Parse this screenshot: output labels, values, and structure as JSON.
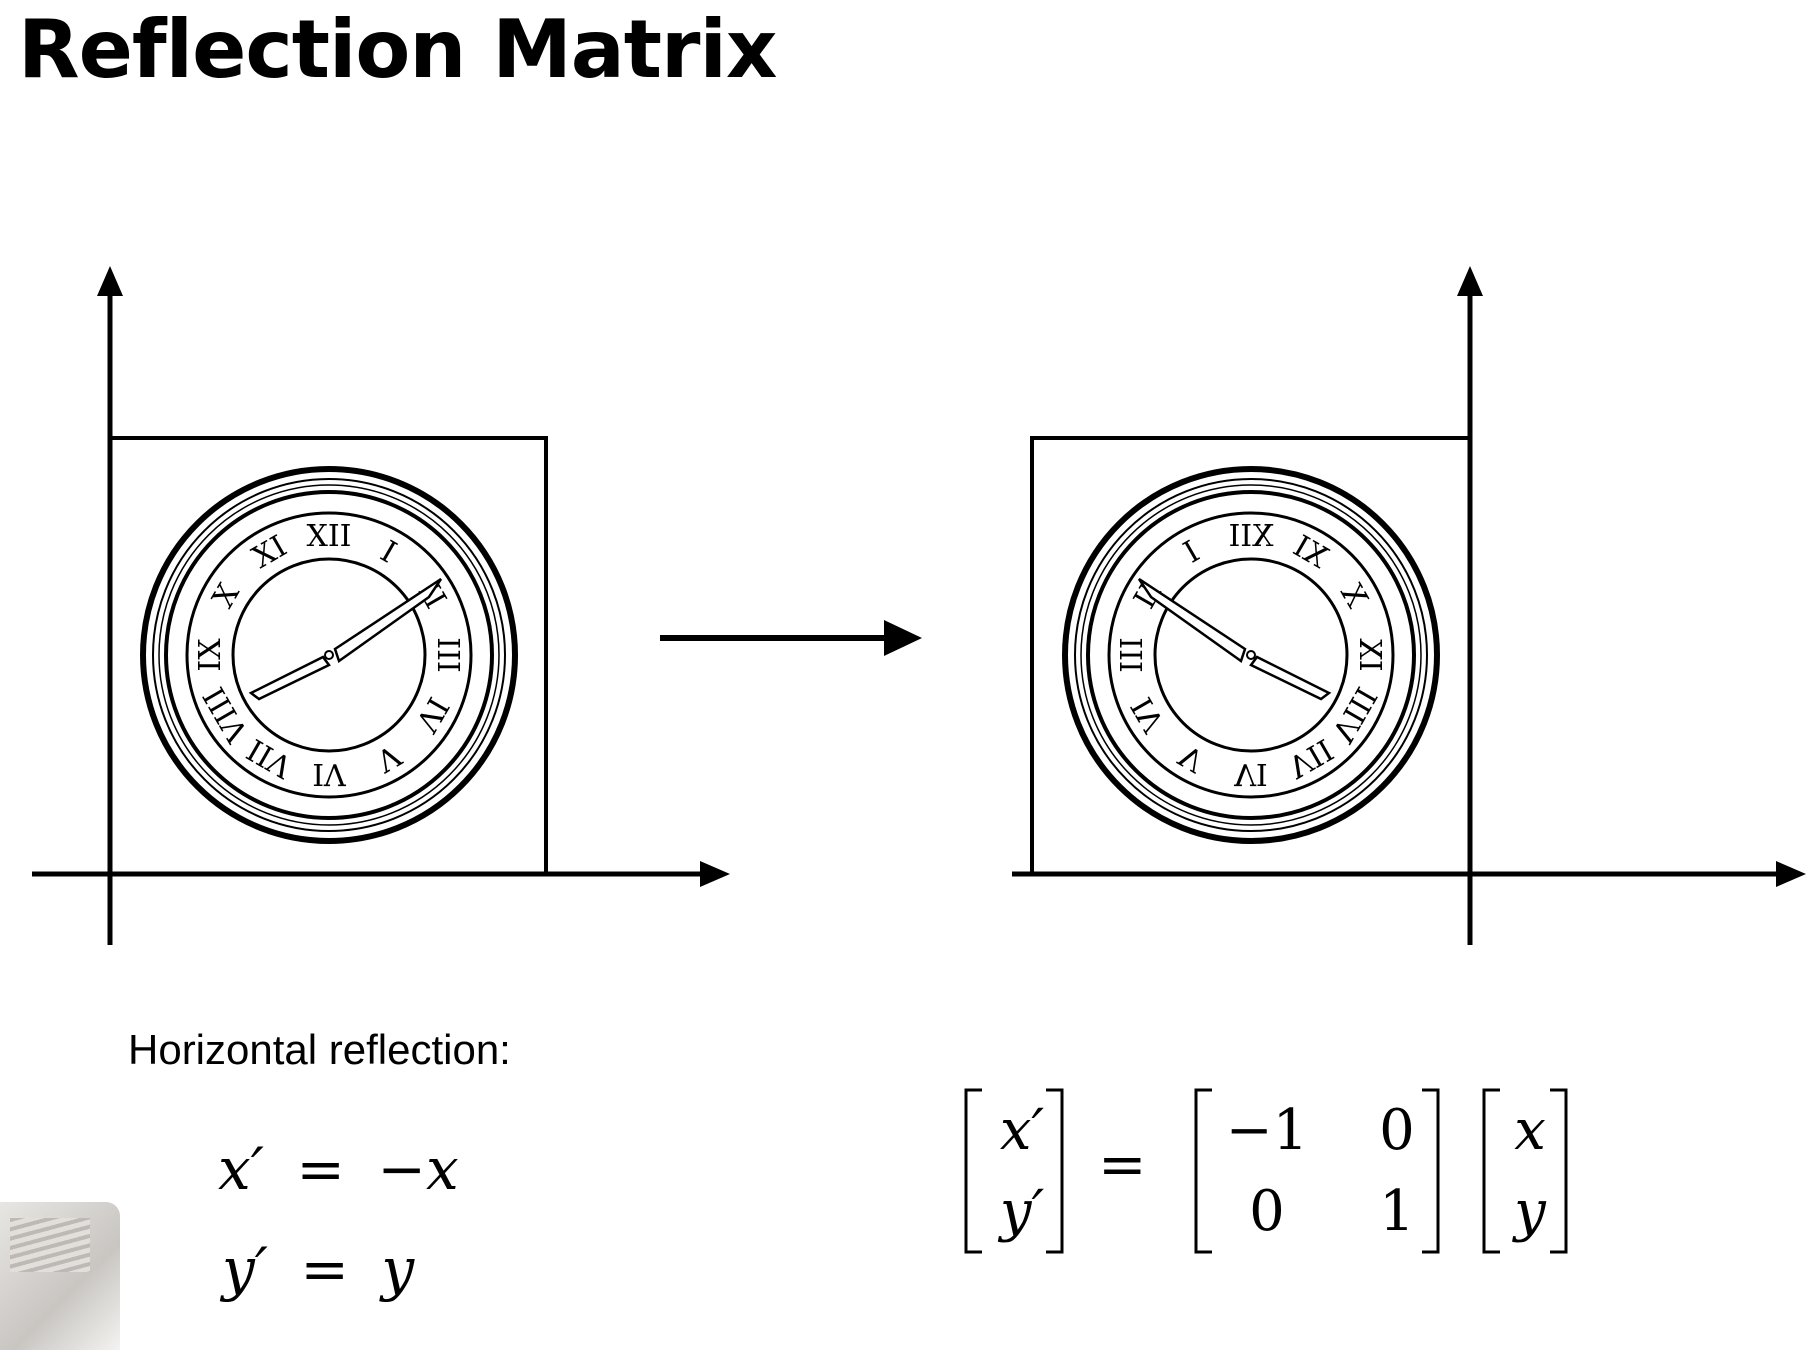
{
  "slide": {
    "title": "Reflection Matrix",
    "label": "Horizontal reflection:"
  },
  "equations": {
    "line1": {
      "lhs": "x′",
      "eq": "=",
      "rhs": "−x"
    },
    "line2": {
      "lhs": "y′",
      "eq": "=",
      "rhs": "y"
    }
  },
  "matrix_equation": {
    "output_vector": [
      "x′",
      "y′"
    ],
    "equals": "=",
    "matrix": [
      [
        "−1",
        "0"
      ],
      [
        "0",
        "1"
      ]
    ],
    "input_vector": [
      "x",
      "y"
    ]
  },
  "clock_numerals": [
    "XII",
    "I",
    "II",
    "III",
    "IV",
    "V",
    "VI",
    "VII",
    "VIII",
    "IX",
    "X",
    "XI"
  ],
  "colors": {
    "ink": "#000000",
    "background": "#ffffff"
  },
  "icons": {
    "transform_arrow": "right-arrow-icon",
    "clock": "clock-face-icon"
  }
}
